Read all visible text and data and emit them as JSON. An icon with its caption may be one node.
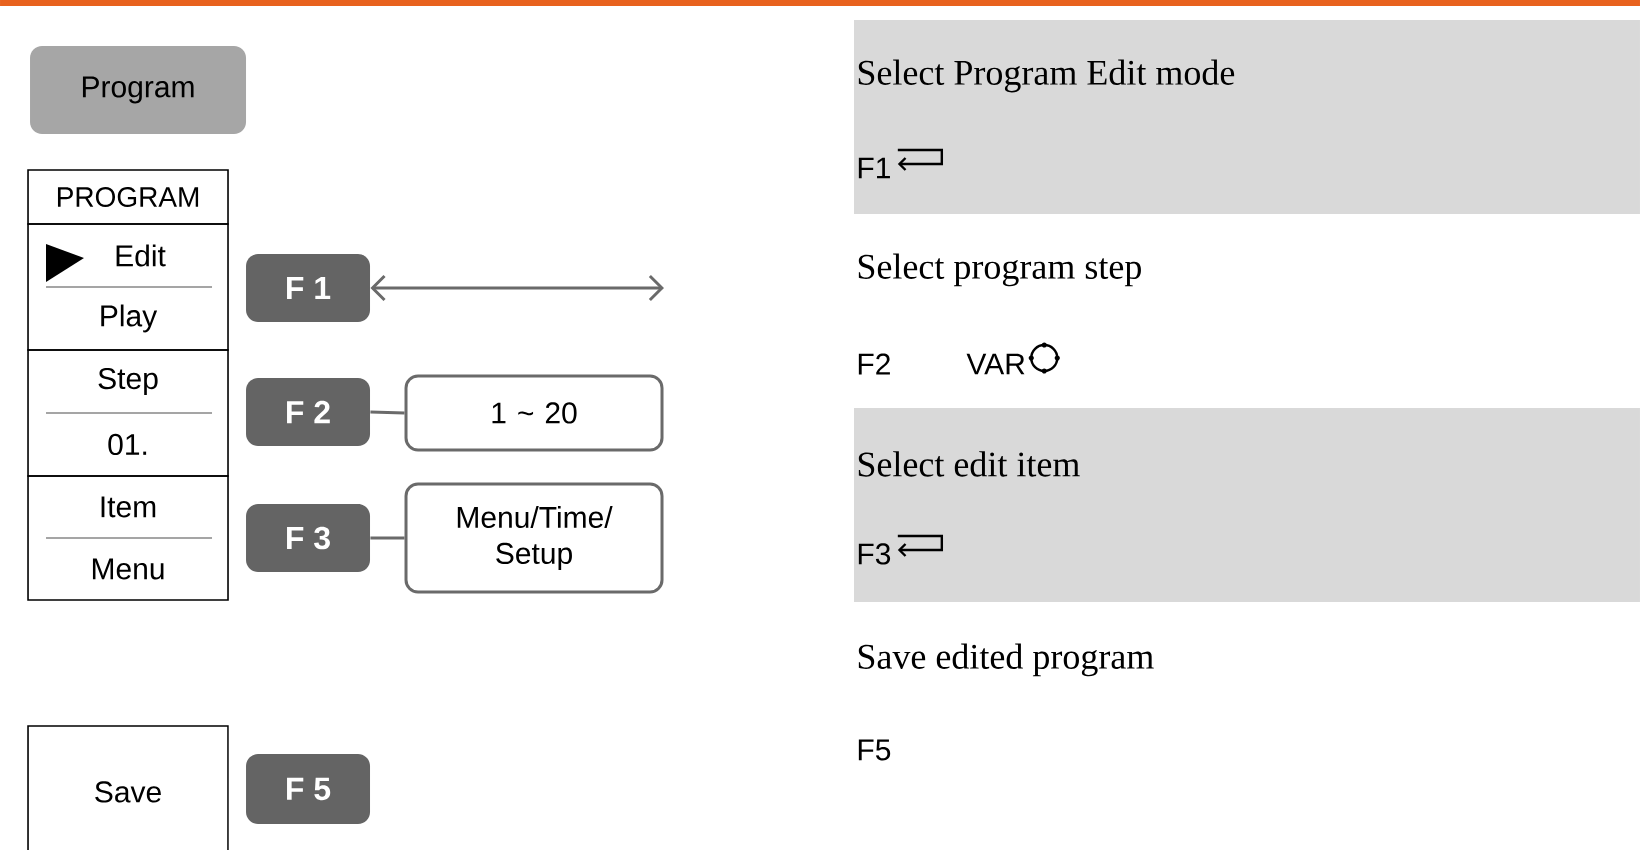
{
  "diagram": {
    "nodes": [
      {
        "text": [
          "Program"
        ]
      },
      {
        "text": [
          "PROGRAM"
        ]
      },
      {
        "text": [
          "Edit",
          "Play"
        ]
      },
      {
        "text": [
          "Step",
          "01."
        ]
      },
      {
        "text": [
          "Item",
          "Menu"
        ]
      },
      {
        "text": [
          "Save"
        ]
      },
      {
        "text": [
          "F 1"
        ]
      },
      {
        "text": [
          "F 2"
        ]
      },
      {
        "text": [
          "F 3"
        ]
      },
      {
        "text": [
          "F 5"
        ]
      },
      {
        "text": [
          "1 ~ 20"
        ]
      },
      {
        "text": [
          "Menu/Time/ Setup"
        ]
      }
    ],
    "edges": [
      {
        "from": null,
        "to": 6,
        "arrow": "both"
      },
      {
        "from": 7,
        "to": 10,
        "arrow": "none"
      },
      {
        "from": 8,
        "to": 11,
        "arrow": "none"
      }
    ],
    "labels": [
      "Select Program Edit mode",
      "F1",
      "Select program step",
      "F2",
      "VAR",
      "Select edit item",
      "F3",
      "Save edited program",
      "F5"
    ]
  }
}
